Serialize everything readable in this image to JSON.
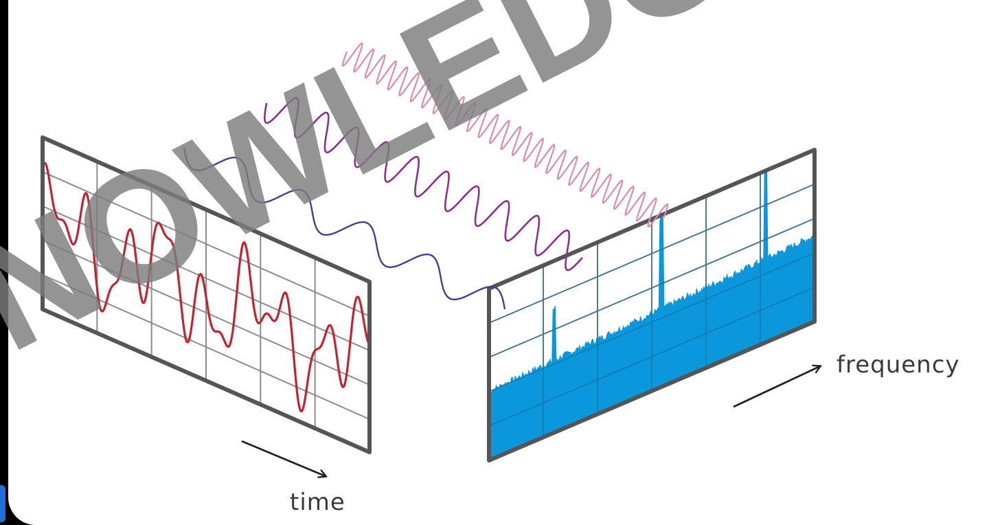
{
  "labels": {
    "time_axis": "time",
    "frequency_axis": "frequency"
  },
  "watermark": {
    "text": "NOWLEDGE"
  },
  "colors": {
    "background": "#000000",
    "canvas": "#ffffff",
    "time_signal": "#c8202e",
    "low_frequency_wave": "#4a3a8c",
    "mid_frequency_wave": "#8a2f8f",
    "high_frequency_wave": "#d88ab8",
    "spectrum_fill": "#0a97db",
    "panel_frame": "#555555",
    "grid": "#8c8c8c",
    "watermark": "#7d7d7d",
    "corner_badge": "#1e6fd9"
  },
  "icons": {
    "time_arrow": "arrow-icon",
    "frequency_arrow": "arrow-icon"
  }
}
